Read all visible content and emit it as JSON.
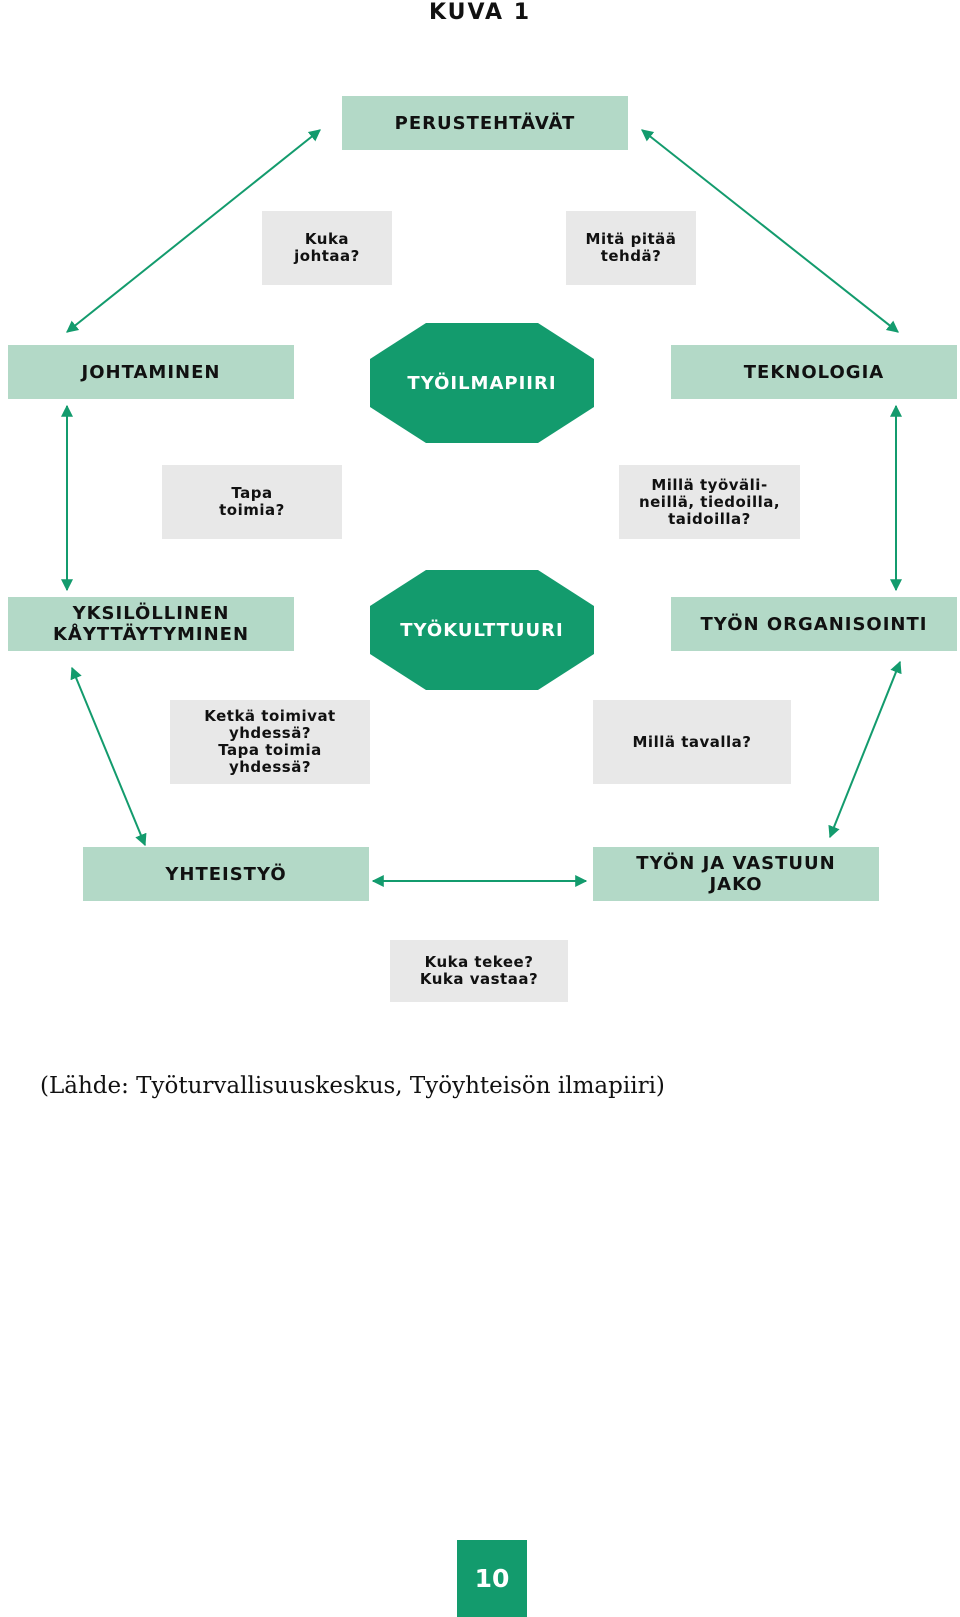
{
  "title": "KUVA 1",
  "nodes": {
    "perustehtavat": "PERUSTEHTÄVÄT",
    "johtaminen": "JOHTAMINEN",
    "teknologia": "TEKNOLOGIA",
    "yksilollinen": "YKSILÖLLINEN\nKÅYTTÄYTYMINEN",
    "tyon_organisointi": "TYÖN ORGANISOINTI",
    "yhteistyo": "YHTEISTYÖ",
    "tyon_ja_vastuun_jako": "TYÖN JA VASTUUN\nJAKO"
  },
  "center": {
    "tyoilmapiiri": "TYÖILMAPIIRI",
    "tyokulttuuri": "TYÖKULTTUURI"
  },
  "questions": {
    "kuka_johtaa": "Kuka\njohtaa?",
    "mita_pitaa_tehda": "Mitä pitää\ntehdä?",
    "tapa_toimia": "Tapa\ntoimia?",
    "milla_tyovalineilla": "Millä työväli-\nneillä, tiedoilla,\ntaidoilla?",
    "ketka_toimivat": "Ketkä toimivat\nyhdessä?\nTapa toimia\nyhdessä?",
    "milla_tavalla": "Millä tavalla?",
    "kuka_tekee": "Kuka tekee?\nKuka vastaa?"
  },
  "source": "(Lähde: Työturvallisuuskeskus, Työyhteisön ilmapiiri)",
  "page_number": "10",
  "colors": {
    "light_green": "#b3d9c7",
    "dark_green": "#139b6d",
    "grey": "#e8e8e8",
    "arrow": "#139b6d"
  }
}
